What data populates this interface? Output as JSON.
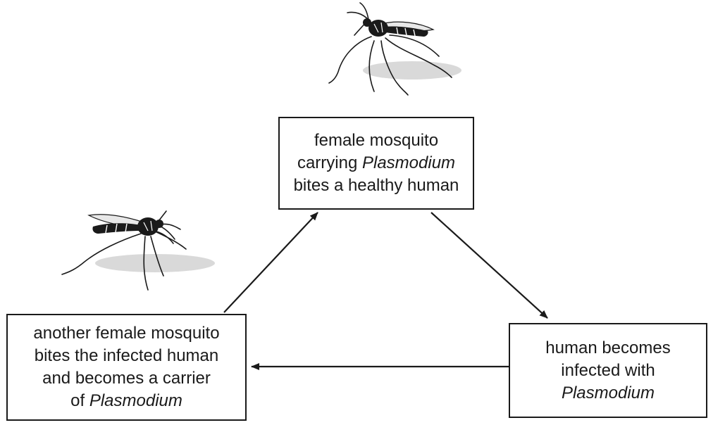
{
  "colors": {
    "ink": "#1a1a1a",
    "shadow": "#c8c8c8",
    "background": "#ffffff"
  },
  "boxes": {
    "top": {
      "line1": "female mosquito",
      "line2_pre": "carrying ",
      "line2_italic": "Plasmodium",
      "line3": "bites a healthy human"
    },
    "right": {
      "line1": "human becomes",
      "line2": "infected with",
      "line3_italic": "Plasmodium"
    },
    "left": {
      "line1": "another female mosquito",
      "line2": "bites the infected human",
      "line3": "and becomes a carrier",
      "line4_pre": "of ",
      "line4_italic": "Plasmodium"
    }
  },
  "illustrations": [
    "mosquito-top",
    "mosquito-left"
  ]
}
